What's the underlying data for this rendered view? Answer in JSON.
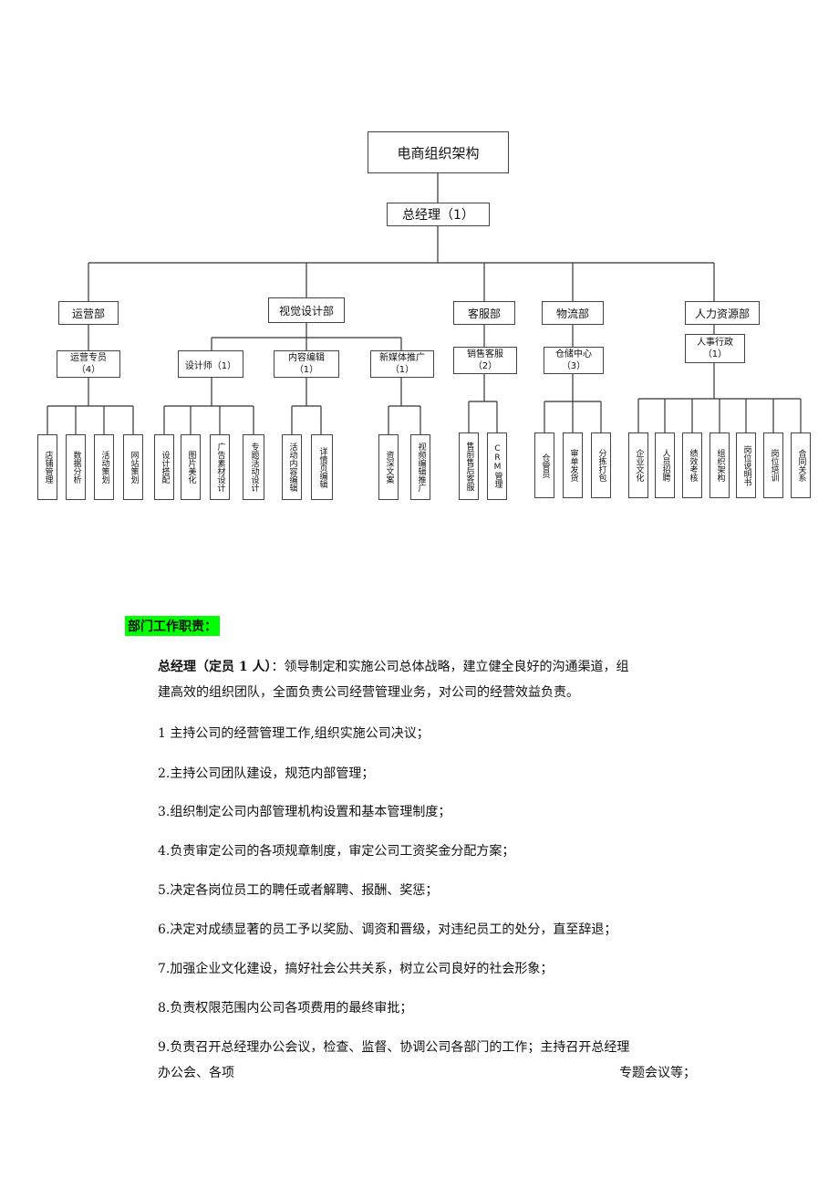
{
  "org": {
    "title": "电商组织架构",
    "gm": "总经理（1）",
    "depts": [
      {
        "name": "运营部",
        "role": "运营专员\n（4）",
        "tasks": [
          "店铺管理",
          "数据分析",
          "活动策划",
          "网站策划"
        ]
      },
      {
        "name": "视觉设计部",
        "subroles": [
          {
            "role": "设计师（1）",
            "tasks": [
              "设计搭配",
              "图片美化",
              "广告素材设计",
              "专题活动设计"
            ]
          },
          {
            "role": "内容编辑\n（1）",
            "tasks": [
              "活动内容编辑",
              "详情页编辑"
            ]
          },
          {
            "role": "新媒体推广\n（1）",
            "tasks": [
              "资深文案",
              "视频编辑推广"
            ]
          }
        ]
      },
      {
        "name": "客服部",
        "role": "销售客服\n（2）",
        "tasks": [
          "售前售后客服",
          "CRM管理"
        ]
      },
      {
        "name": "物流部",
        "role": "仓储中心\n（3）",
        "tasks": [
          "仓管员",
          "审单发货",
          "分拣打包"
        ]
      },
      {
        "name": "人力资源部",
        "role": "人事行政\n（1）",
        "tasks": [
          "企业文化",
          "人员招聘",
          "绩效考核",
          "组织架构",
          "岗位说明书",
          "岗位培训",
          "合同关系"
        ]
      }
    ]
  },
  "section_heading": "部门工作职责：",
  "gm_intro_bold": "总经理（定员 1 人）",
  "gm_intro_rest": "：领导制定和实施公司总体战略，建立健全良好的沟通渠道，组",
  "gm_intro_line2": "建高效的组织团队，全面负责公司经营管理业务，对公司的经营效益负责。",
  "duties": [
    "1 主持公司的经营管理工作,组织实施公司决议；",
    "2.主持公司团队建设，规范内部管理；",
    "3.组织制定公司内部管理机构设置和基本管理制度；",
    "4.负责审定公司的各项规章制度，审定公司工资奖金分配方案；",
    "5.决定各岗位员工的聘任或者解聘、报酬、奖惩；",
    "6.决定对成绩显著的员工予以奖励、调资和晋级，对违纪员工的处分，直至辞退；",
    "7.加强企业文化建设，搞好社会公共关系，树立公司良好的社会形象；",
    "8.负责权限范围内公司各项费用的最终审批；",
    "9.负责召开总经理办公会议，检查、监督、协调公司各部门的工作；主持召开总经理"
  ],
  "duty9_line2_left": "办公会、各项",
  "duty9_line2_right": "专题会议等；"
}
